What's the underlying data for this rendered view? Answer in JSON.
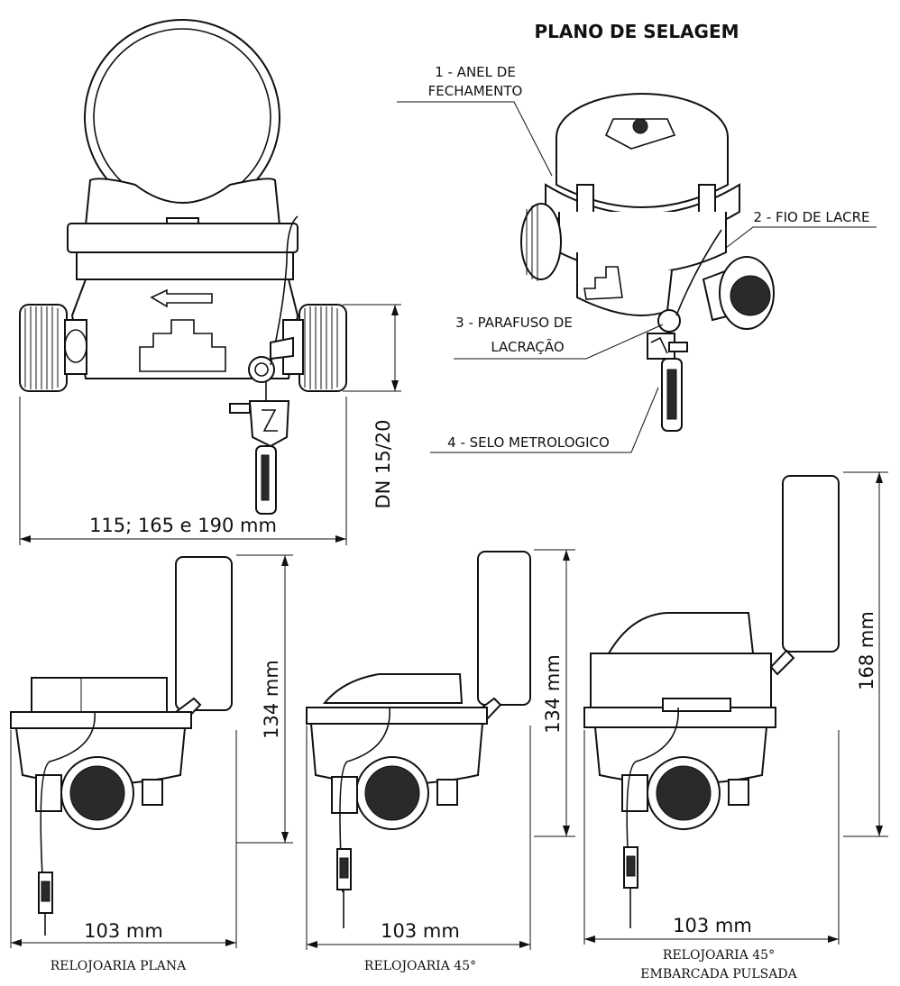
{
  "title": "PLANO DE SELAGEM",
  "callouts": {
    "anel": [
      "1 - ANEL DE",
      "FECHAMENTO"
    ],
    "fio": "2 - FIO DE LACRE",
    "parafuso": [
      "3 - PARAFUSO DE",
      "LACRAÇÃO"
    ],
    "selo": "4 - SELO METROLOGICO"
  },
  "dimensions": {
    "length": "115; 165 e 190 mm",
    "dn": "DN 15/20",
    "height_plana": "134 mm",
    "height_45": "134 mm",
    "height_pulsada": "168 mm",
    "width_plana": "103 mm",
    "width_45": "103 mm",
    "width_pulsada": "103 mm"
  },
  "captions": {
    "plana": "RELOJOARIA PLANA",
    "r45": "RELOJOARIA 45°",
    "pulsada": [
      "RELOJOARIA 45°",
      "EMBARCADA PULSADA"
    ]
  },
  "colors": {
    "line": "#111111",
    "background": "#ffffff"
  }
}
